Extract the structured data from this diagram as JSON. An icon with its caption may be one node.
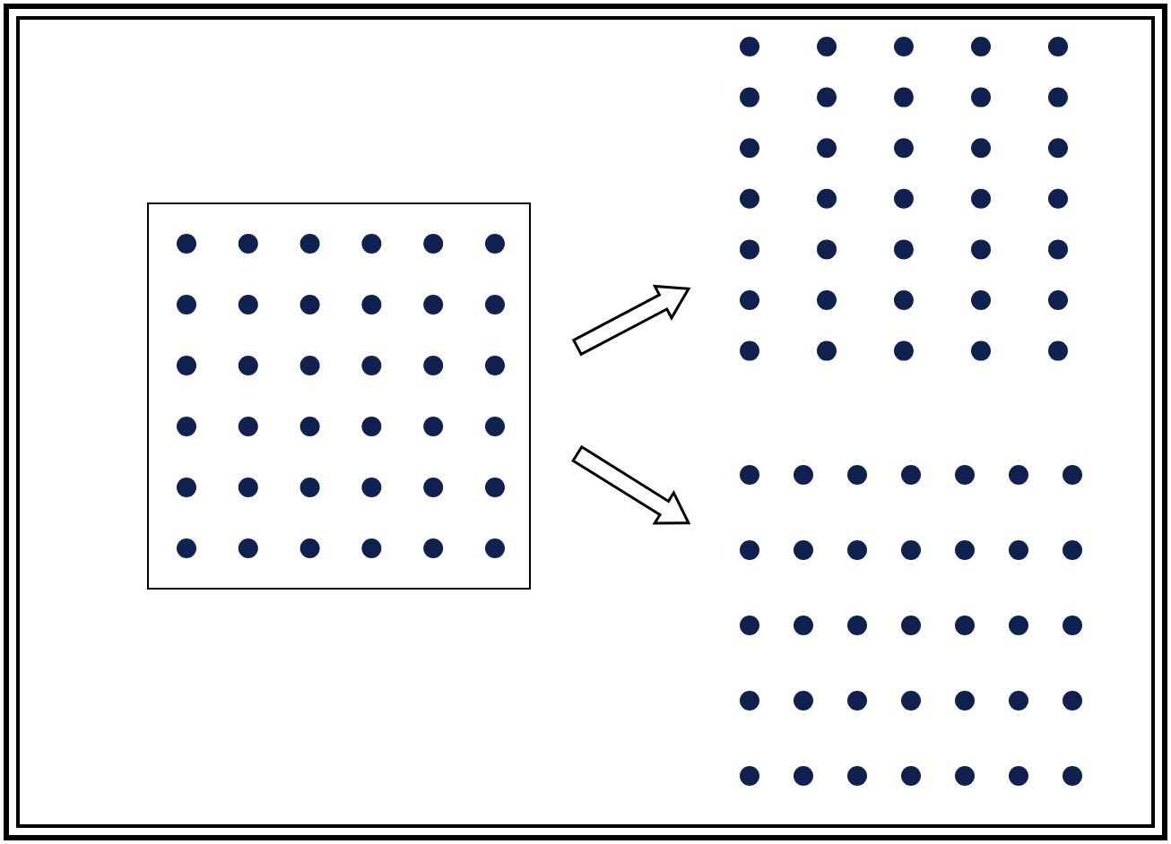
{
  "diagram": {
    "nodes": [
      {
        "text": [],
        "shape": "box"
      },
      {
        "text": [],
        "shape": "grid"
      },
      {
        "text": [],
        "shape": "grid"
      }
    ],
    "edges": [
      {
        "from": 0,
        "to": 1,
        "arrow": "to"
      },
      {
        "from": 0,
        "to": 2,
        "arrow": "to"
      }
    ]
  }
}
